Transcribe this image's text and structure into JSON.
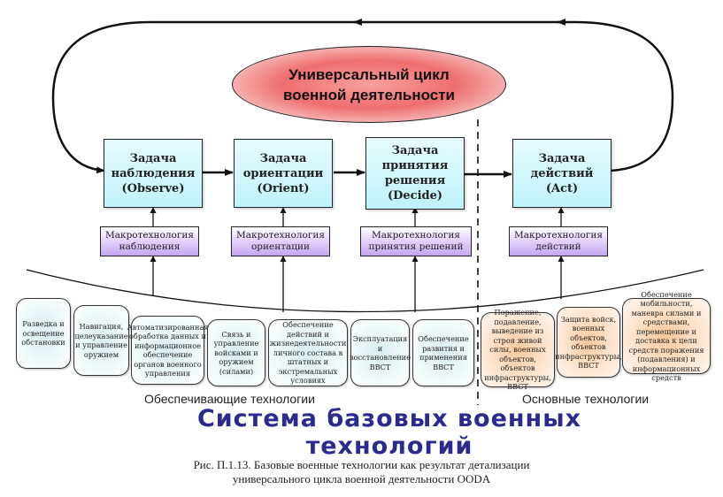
{
  "cycle": {
    "line1": "Универсальный цикл",
    "line2": "военной деятельности"
  },
  "tasks": [
    {
      "lines": [
        "Задача",
        "наблюдения",
        "(Observe)"
      ]
    },
    {
      "lines": [
        "Задача",
        "ориентации",
        "(Orient)"
      ]
    },
    {
      "lines": [
        "Задача",
        "принятия",
        "решения",
        "(Decide)"
      ]
    },
    {
      "lines": [
        "Задача",
        "действий",
        "(Act)"
      ]
    }
  ],
  "macros": [
    {
      "line1": "Макротехнология",
      "line2": "наблюдения"
    },
    {
      "line1": "Макротехнология",
      "line2": "ориентации"
    },
    {
      "line1": "Макротехнология",
      "line2": "принятия решений"
    },
    {
      "line1": "Макротехнология",
      "line2": "действий"
    }
  ],
  "supporting_technologies": [
    "Разведка и освещение обстановки",
    "Навигация, целеуказание и управление оружием",
    "Автоматизированная обработка данных и информационное обеспечение органов военного управления",
    "Связь и управление войсками и оружием (силами)",
    "Обеспечение действий и жизнедеятельности личного состава в штатных и экстремальных условиях",
    "Эксплуатация и восстановление ВВСТ",
    "Обеспечение развития и применения ВВСТ"
  ],
  "main_technologies": [
    "Поражение, подавление, выведение из строя живой силы, военных объектов, объектов инфраструктуры, ВВСТ",
    "Защита войск, военных объектов, объектов инфраструктуры, ВВСТ",
    "Обеспечение мобильности, маневра силами и средствами, перемещение и доставка к цели средств поражения (подавления) и информационных средств"
  ],
  "labels": {
    "supporting": "Обеспечивающие технологии",
    "main": "Основные технологии",
    "system_title": "Система базовых военных технологий"
  },
  "caption": {
    "line1": "Рис. П.1.13. Базовые военные технологии как результат детализации",
    "line2": "универсального цикла военной деятельности OODA"
  },
  "colors": {
    "task_fill": "#bff2fa",
    "macro_fill": "#c5a5f0",
    "cycle_fill": "#ef6e6e",
    "supporting_fill": "#d6eef0",
    "main_fill": "#f9c79a",
    "title_color": "#2a2a8f"
  }
}
